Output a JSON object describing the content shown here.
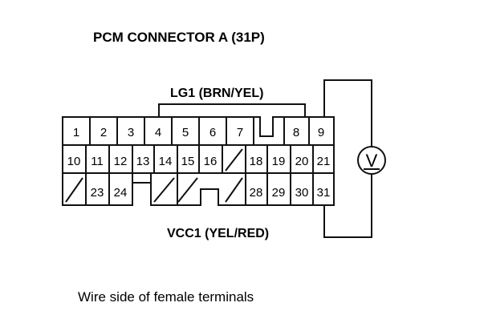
{
  "title": "PCM CONNECTOR A (31P)",
  "wire_top": "LG1 (BRN/YEL)",
  "wire_bottom": "VCC1 (YEL/RED)",
  "caption": "Wire side of female terminals",
  "meter_symbol": "V",
  "connector": {
    "row1": [
      "1",
      "2",
      "3",
      "4",
      "5",
      "6",
      "7",
      "",
      "8",
      "9"
    ],
    "row2": [
      "10",
      "11",
      "12",
      "13",
      "14",
      "15",
      "16",
      "",
      "18",
      "19",
      "20",
      "21"
    ],
    "row3": [
      "",
      "23",
      "24",
      "",
      "",
      "",
      "",
      "28",
      "29",
      "30",
      "31"
    ]
  }
}
